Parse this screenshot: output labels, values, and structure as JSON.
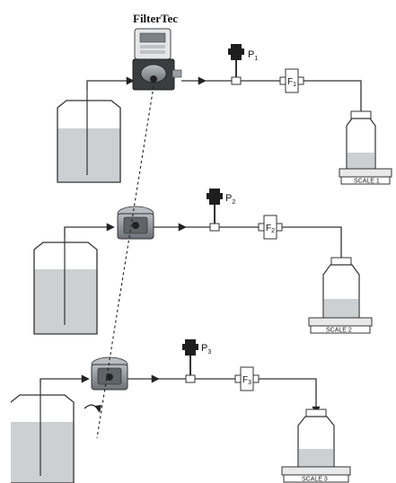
{
  "title": "FilterTec",
  "lines": [
    {
      "pressure_sensor": "P",
      "pressure_sub": "1",
      "filter": "F",
      "filter_sub": "1",
      "scale": "SCALE 1"
    },
    {
      "pressure_sensor": "P",
      "pressure_sub": "2",
      "filter": "F",
      "filter_sub": "2",
      "scale": "SCALE 2"
    },
    {
      "pressure_sensor": "P",
      "pressure_sub": "3",
      "filter": "F",
      "filter_sub": "3",
      "scale": "SCALE 3"
    }
  ],
  "colors": {
    "line": "#333333",
    "liquid": "#cdd0d2",
    "pump_body": "#3a3d40",
    "pump_light": "#9aa0a6",
    "scale_top": "#e9e9e9"
  }
}
